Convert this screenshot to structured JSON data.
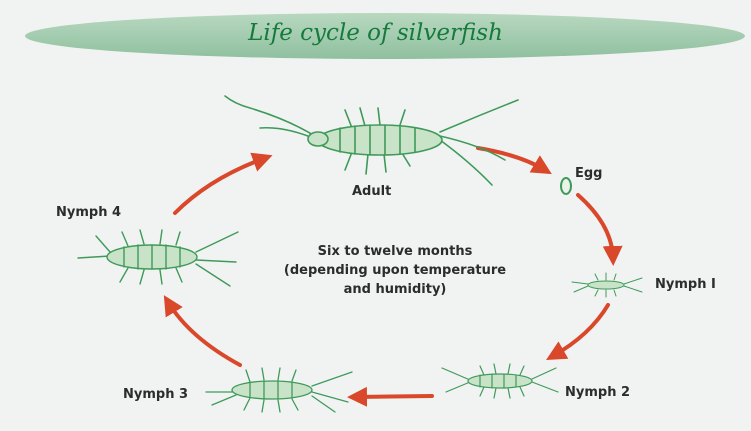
{
  "title": "Life cycle of silverfish",
  "stages": {
    "adult": "Adult",
    "egg": "Egg",
    "nymph1": "Nymph I",
    "nymph2": "Nymph 2",
    "nymph3": "Nymph 3",
    "nymph4": "Nymph 4"
  },
  "center_note": {
    "line1": "Six to twelve months",
    "line2": "(depending upon temperature",
    "line3": "and humidity)"
  },
  "colors": {
    "banner": "#9fcaad",
    "title": "#157a3c",
    "insect": "#3f9a5a",
    "arrow": "#d9482b",
    "background": "#f1f3f2"
  }
}
